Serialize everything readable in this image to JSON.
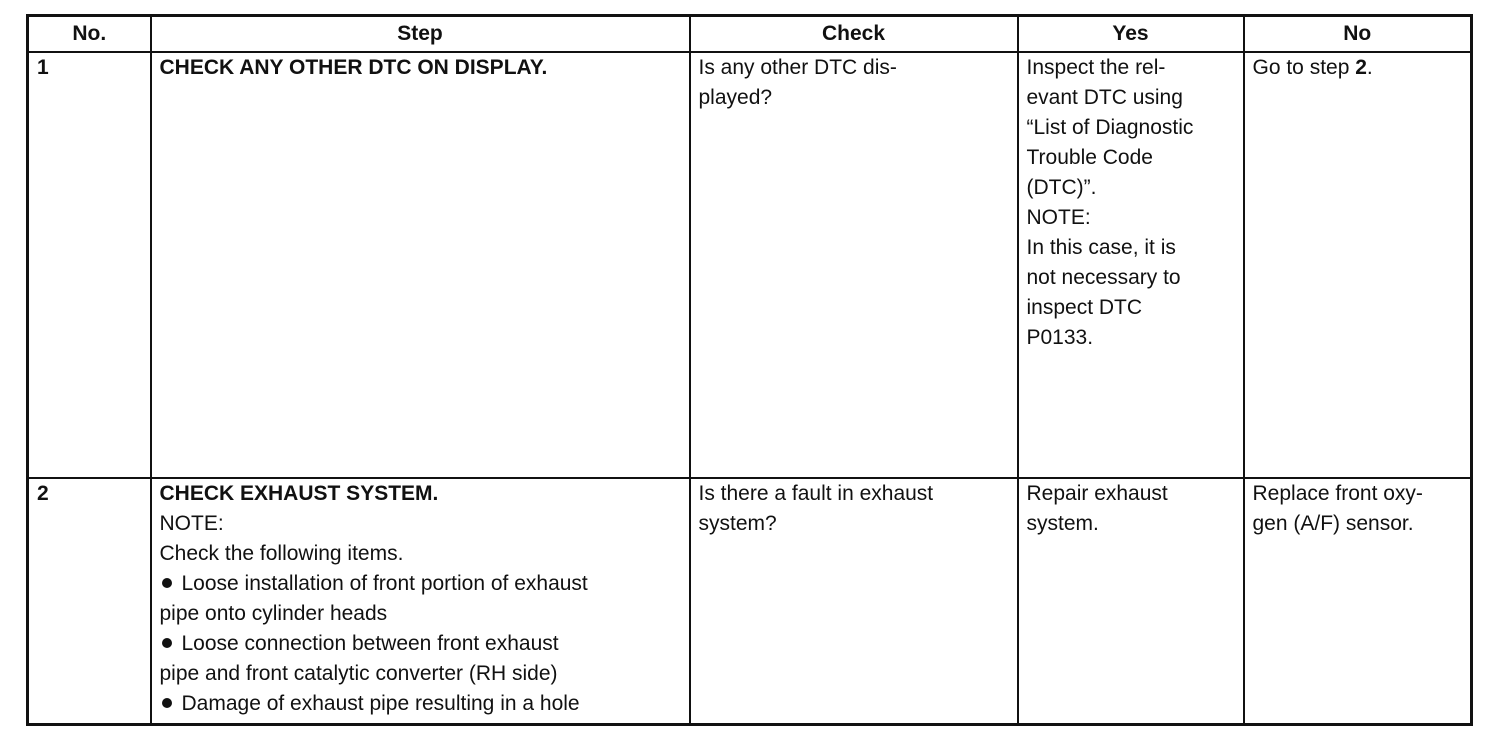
{
  "table": {
    "headers": {
      "no": "No.",
      "step": "Step",
      "check": "Check",
      "yes": "Yes",
      "no_col": "No"
    },
    "rows": [
      {
        "no": "1",
        "step_title": "CHECK ANY OTHER DTC ON DISPLAY.",
        "check_lines": [
          "Is any other DTC dis-",
          "played?"
        ],
        "yes_lines": [
          "Inspect the rel-",
          "evant DTC using",
          "“List of Diagnostic",
          "Trouble Code",
          "(DTC)”.",
          "NOTE:",
          "In this case, it is",
          "not necessary to",
          "inspect DTC",
          "P0133."
        ],
        "no_prefix": "Go to step ",
        "no_step": "2",
        "no_suffix": "."
      },
      {
        "no": "2",
        "step_title": "CHECK EXHAUST SYSTEM.",
        "step_lines": [
          "NOTE:",
          "Check the following items."
        ],
        "step_bullets": [
          [
            "Loose installation of front portion of exhaust",
            "pipe onto cylinder heads"
          ],
          [
            "Loose connection between front exhaust",
            "pipe and front catalytic converter (RH side)"
          ],
          [
            "Damage of exhaust pipe resulting in a hole"
          ]
        ],
        "check_lines": [
          "Is there a fault in exhaust",
          "system?"
        ],
        "yes_lines": [
          "Repair exhaust",
          "system."
        ],
        "no_lines": [
          "Replace front oxy-",
          "gen (A/F) sensor."
        ]
      }
    ]
  }
}
